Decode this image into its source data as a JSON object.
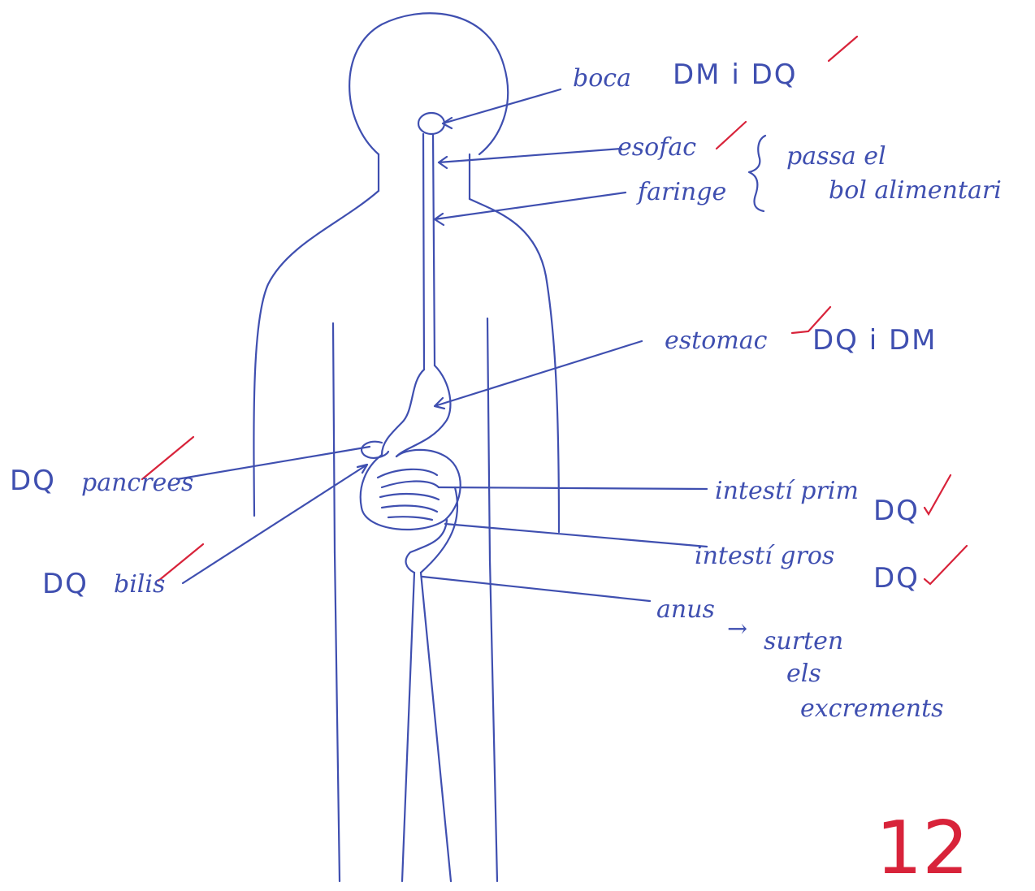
{
  "labels": {
    "boca": "boca",
    "boca_note": "DM i DQ",
    "esofag": "esofac",
    "faringe": "faringe",
    "brace_note_1": "passa el",
    "brace_note_2": "bol alimentari",
    "estomac": "estomac",
    "estomac_note": "DQ i DM",
    "pancrees_dq": "DQ",
    "pancrees": "pancrees",
    "bilis_dq": "DQ",
    "bilis": "bilis",
    "intesti_prim": "intestí prim",
    "intesti_prim_dq": "DQ",
    "intesti_gros": "intestí gros",
    "intesti_gros_dq": "DQ",
    "anus": "anus",
    "arrow": "→",
    "anus_note_1": "surten",
    "anus_note_2": "els",
    "anus_note_3": "excrements"
  },
  "grade": "12",
  "colors": {
    "ink": "#3f4fb0",
    "correction": "#d8233a"
  }
}
